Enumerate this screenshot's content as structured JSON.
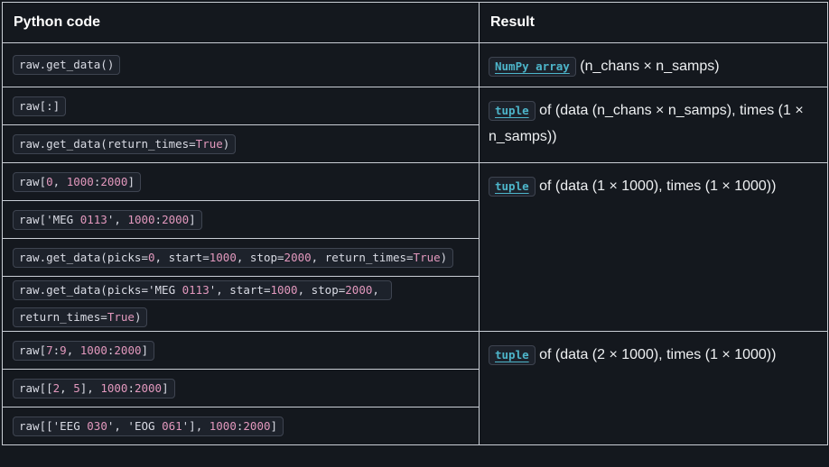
{
  "colors": {
    "background": "#14181e",
    "table_border": "#c9ced5",
    "code_background": "#1d222b",
    "code_border": "#3e4450",
    "code_text": "#d9dbe4",
    "code_number": "#e298bd",
    "link_accent": "#4db5ca",
    "body_text": "#eef0f2"
  },
  "table": {
    "columns": [
      {
        "label": "Python code"
      },
      {
        "label": "Result"
      }
    ],
    "groups": [
      {
        "codes": [
          "raw.get_data()"
        ],
        "result": {
          "link": "NumPy array",
          "text": " (n_chans × n_samps)"
        }
      },
      {
        "codes": [
          "raw[:]",
          "raw.get_data(return_times=True)"
        ],
        "result": {
          "link": "tuple",
          "text": " of (data (n_chans × n_samps), times (1 × n_samps))"
        }
      },
      {
        "codes": [
          "raw[0, 1000:2000]",
          "raw['MEG 0113', 1000:2000]",
          "raw.get_data(picks=0, start=1000, stop=2000, return_times=True)",
          "raw.get_data(picks='MEG 0113', start=1000, stop=2000, return_times=True)"
        ],
        "result": {
          "link": "tuple",
          "text": " of (data (1 × 1000), times (1 × 1000))"
        }
      },
      {
        "codes": [
          "raw[7:9, 1000:2000]",
          "raw[[2, 5], 1000:2000]",
          "raw[['EEG 030', 'EOG 061'], 1000:2000]"
        ],
        "result": {
          "link": "tuple",
          "text": " of (data (2 × 1000), times (1 × 1000))"
        }
      }
    ]
  }
}
